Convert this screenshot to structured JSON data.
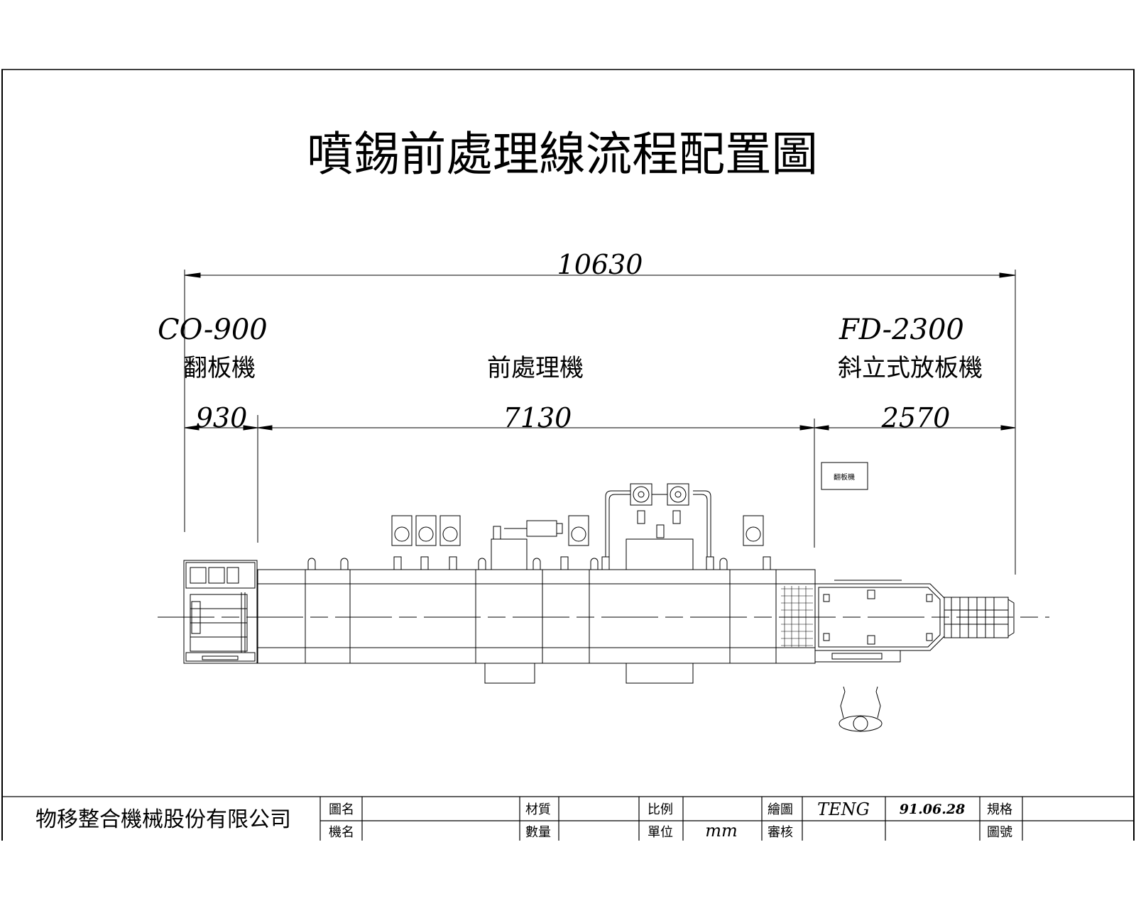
{
  "title": "噴錫前處理線流程配置圖",
  "overall_dimension": "10630",
  "machines": [
    {
      "model": "CO-900",
      "name": "翻板機",
      "length": "930"
    },
    {
      "model": "",
      "name": "前處理機",
      "length": "7130"
    },
    {
      "model": "FD-2300",
      "name": "斜立式放板機",
      "length": "2570"
    }
  ],
  "small_box_label": "翻板機",
  "title_block": {
    "company": "物移整合機械股份有限公司",
    "drawing_name_label": "圖名",
    "machine_name_label": "機名",
    "material_label": "材質",
    "quantity_label": "數量",
    "scale_label": "比例",
    "unit_label": "單位",
    "unit_value": "mm",
    "drawn_label": "繪圖",
    "drawn_value": "TENG",
    "date_value": "91.06.28",
    "checked_label": "審核",
    "spec_label": "規格",
    "drawing_no_label": "圖號"
  }
}
